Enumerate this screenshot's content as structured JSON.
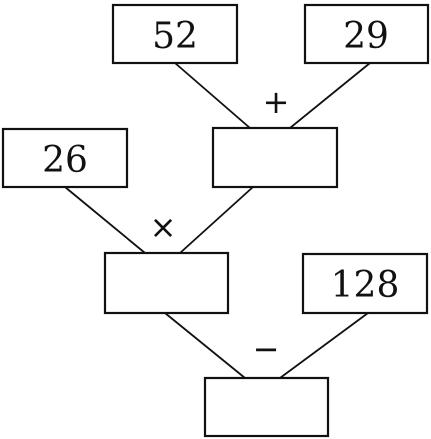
{
  "boxes": {
    "input_a": "52",
    "input_b": "29",
    "input_c": "26",
    "sum_result": "",
    "product_result": "",
    "input_d": "128",
    "final_result": ""
  },
  "operators": {
    "add": "+",
    "multiply": "×",
    "subtract": "−"
  }
}
